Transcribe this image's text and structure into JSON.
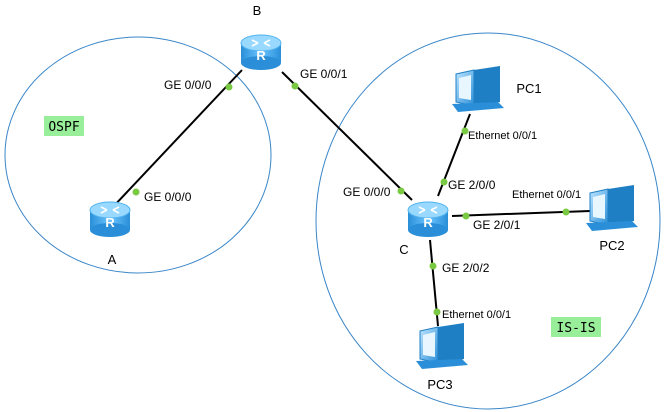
{
  "areas": {
    "ospf": {
      "label": "OSPF",
      "fill": "#99ee99"
    },
    "isis": {
      "label": "IS-IS",
      "fill": "#99ee99"
    },
    "border_color": "#3a86c8"
  },
  "nodes": {
    "router_a": {
      "label": "A",
      "icon": "router-icon"
    },
    "router_b": {
      "label": "B",
      "icon": "router-icon"
    },
    "router_c": {
      "label": "C",
      "icon": "router-icon"
    },
    "pc1": {
      "label": "PC1",
      "icon": "pc-icon"
    },
    "pc2": {
      "label": "PC2",
      "icon": "pc-icon"
    },
    "pc3": {
      "label": "PC3",
      "icon": "pc-icon"
    }
  },
  "links": {
    "a_b": {
      "a_port": "GE 0/0/0",
      "b_port": "GE 0/0/0"
    },
    "b_c": {
      "b_port": "GE 0/0/1",
      "c_port": "GE 0/0/0"
    },
    "c_pc1": {
      "c_port": "GE 2/0/0",
      "pc_port": "Ethernet 0/0/1"
    },
    "c_pc2": {
      "c_port": "GE 2/0/1",
      "pc_port": "Ethernet 0/0/1"
    },
    "c_pc3": {
      "c_port": "GE 2/0/2",
      "pc_port": "Ethernet 0/0/1"
    }
  },
  "colors": {
    "link": "#000000",
    "port_dot": "#7ac943",
    "router_body": "#3fa9f5",
    "router_top": "#8fd3ff",
    "pc_screen": "#3fa9f5"
  }
}
